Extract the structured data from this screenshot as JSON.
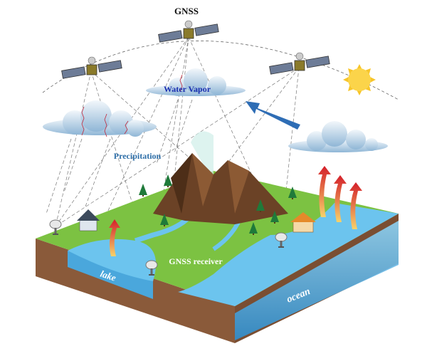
{
  "labels": {
    "gnss": "GNSS",
    "water_vapor": "Water Vapor",
    "precipitation": "Precipitation",
    "gnss_receiver": "GNSS receiver",
    "lake": "lake",
    "ocean": "ocean"
  },
  "colors": {
    "water_vapor_text": "#1a2fb0",
    "precipitation_text": "#2f6fa8",
    "land": "#7cc242",
    "water": "#5bb6e6",
    "soil": "#8a5a3a",
    "arrow": "#2e6db5",
    "sun": "#f7c52a"
  }
}
